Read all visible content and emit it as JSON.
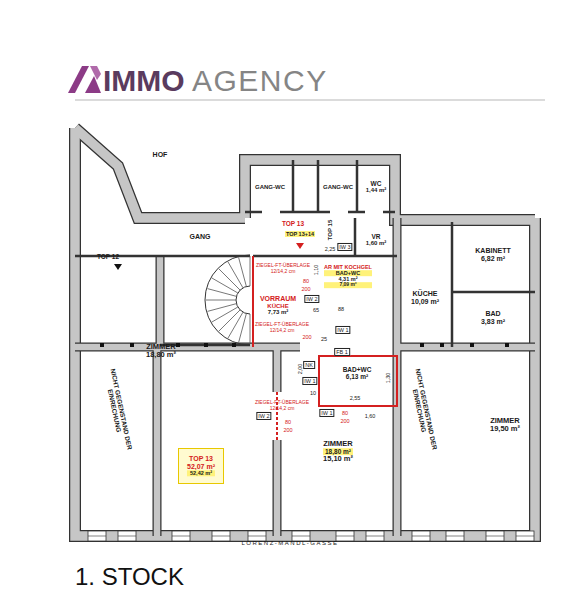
{
  "diagram": {
    "caption": "1. STOCK",
    "nodes": [
      {
        "text": [
          "GANG-WC"
        ]
      },
      {
        "text": [
          "GANG-WC"
        ]
      },
      {
        "text": [
          "WC",
          "1,44 m²"
        ]
      },
      {
        "text": [
          "GANG"
        ]
      },
      {
        "text": [
          "VR",
          "1,60 m²"
        ]
      },
      {
        "text": [
          "AR MIT KOCHGEL",
          "BAD+WC",
          "4,31 m²",
          "7,09 m²"
        ]
      },
      {
        "text": [
          "KÜCHE",
          "10,09 m²"
        ]
      },
      {
        "text": [
          "KABINETT",
          "6,82 m²"
        ]
      },
      {
        "text": [
          "BAD",
          "3,83 m²"
        ]
      },
      {
        "text": [
          "VORRAUM",
          "KÜCHE",
          "7,73 m²"
        ]
      },
      {
        "text": [
          "BAD+WC",
          "6,13 m²"
        ]
      },
      {
        "text": [
          "ZIMMER",
          "18,80 m²"
        ]
      },
      {
        "text": [
          "TOP 13",
          "52,07 m²",
          "52,42 m²"
        ],
        "in": 11
      },
      {
        "text": [
          "ZIMMER",
          "18,80 m²",
          "15,10 m²"
        ]
      },
      {
        "text": [
          "ZIMMER",
          "19,50 m²"
        ]
      }
    ],
    "labels": [
      "IMMO",
      "AGENCY",
      "HOF",
      "TOP 12",
      "TOP 13",
      "TOP 13+14",
      "TOP 15",
      "IW 3",
      "2,25",
      "1,10",
      "ZIEGEL-FT-ÜBERLAGE 12/14,2 cm",
      "80",
      "200",
      "IW 2",
      "65",
      "88",
      "IW 1",
      "ZIEGEL-FT-ÜBERLAGE 12/14,2 cm",
      "200",
      "25",
      "FB 1",
      "NK",
      "2,00",
      "IW 1",
      "10",
      "2,55",
      "1,30",
      "IW 1",
      "80",
      "200",
      "1,60",
      "ZIEGEL-FT-ÜBERLAGE 12/14,2 cm",
      "IW 2",
      "80",
      "200",
      "NICHT GEGENSTAND DER EINRECHUNG",
      "NICHT GEGENSTAND DER EINRECHUNG",
      "LORENZ-MANDL-GASSE"
    ]
  }
}
